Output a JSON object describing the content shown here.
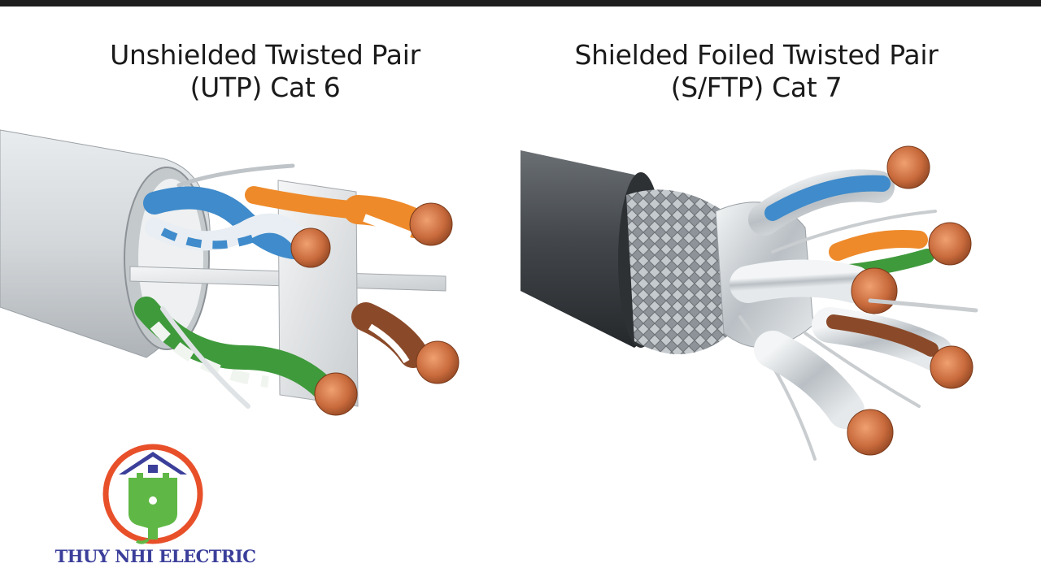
{
  "panels": {
    "left": {
      "title_line1": "Unshielded Twisted Pair",
      "title_line2": "(UTP) Cat 6"
    },
    "right": {
      "title_line1": "Shielded Foiled Twisted Pair",
      "title_line2": "(S/FTP) Cat 7"
    }
  },
  "brand": {
    "name": "THUY NHI ELECTRIC",
    "logo_icon": "house-plug-icon"
  },
  "colors": {
    "jacket_left": "#d6dadd",
    "jacket_right": "#3e4246",
    "copper": "#c86a3c",
    "blue_pair": "#3f8bcb",
    "orange_pair": "#ee8a2a",
    "green_pair": "#3f9a3c",
    "brown_pair": "#8a4a2a",
    "brand_text": "#3b3f9a",
    "logo_ring": "#e8502a",
    "logo_plug": "#5fb845"
  }
}
